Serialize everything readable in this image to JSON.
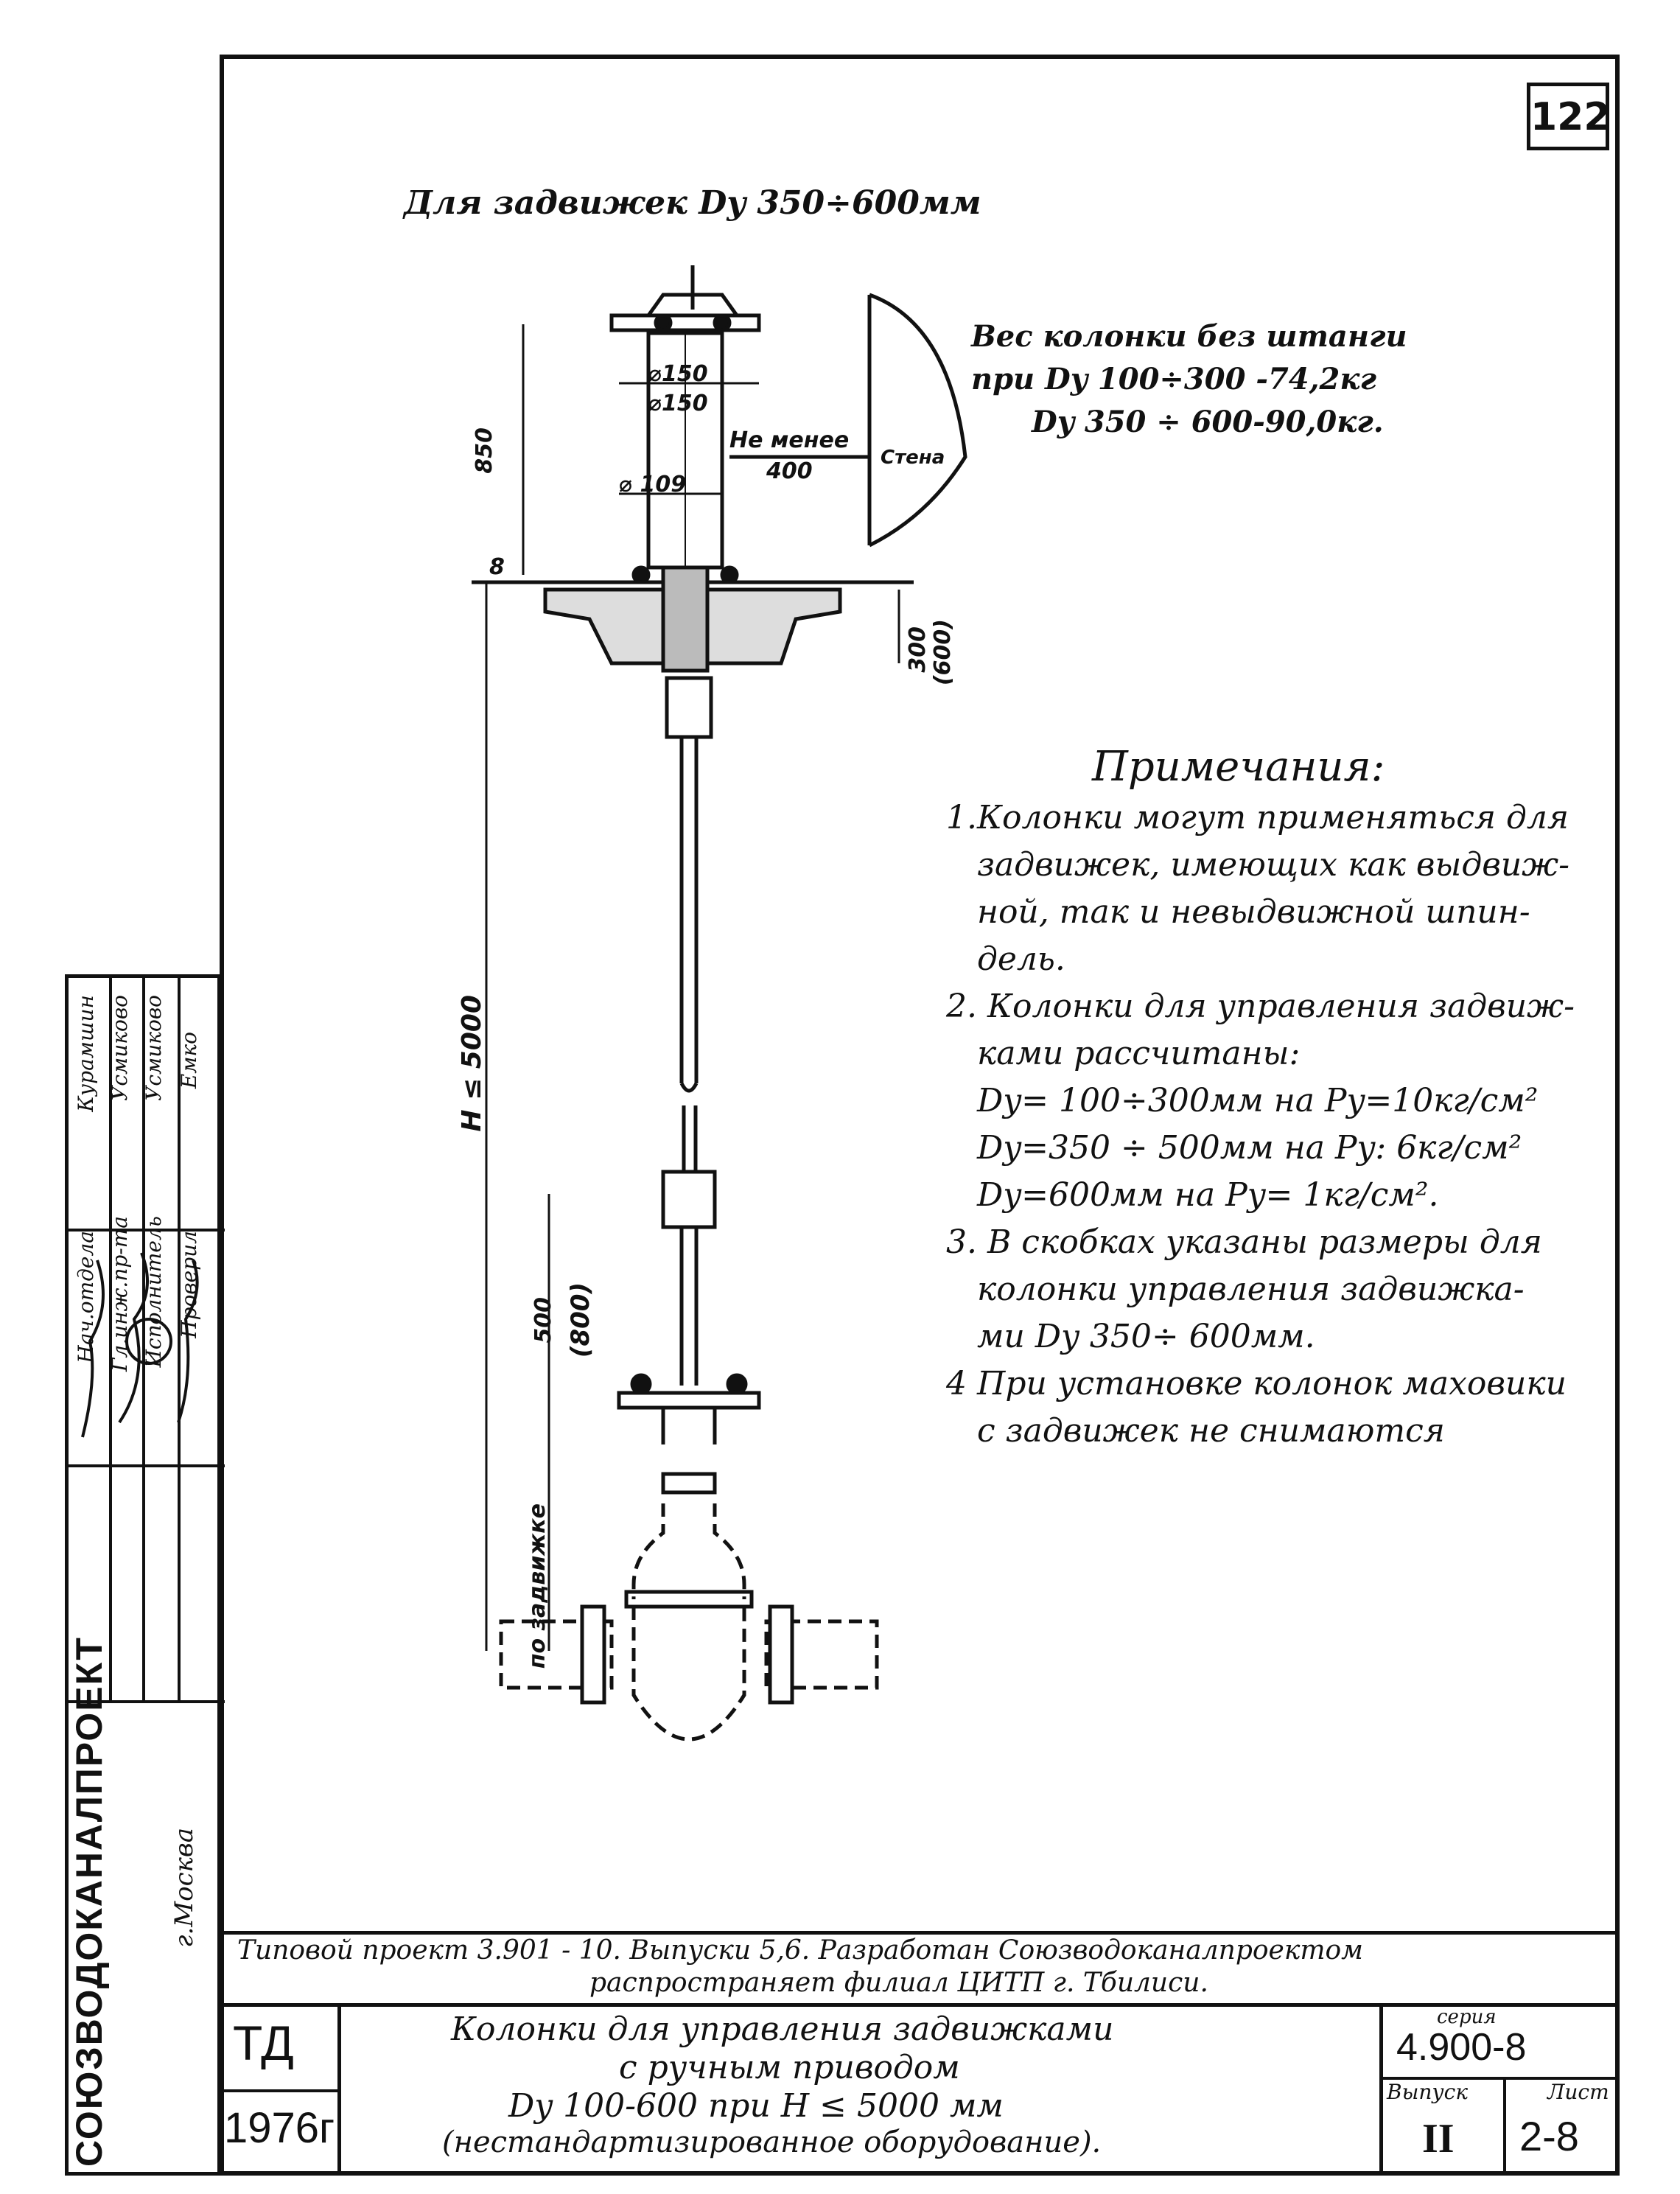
{
  "sheet_number": "122",
  "drawing_title": "Для задвижек Dy 350÷600мм",
  "weight_note": {
    "line1": "Вес колонки без штанги",
    "line2": "при Dy 100÷300 -74,2кг",
    "line3": "Dy 350 ÷ 600-90,0кг."
  },
  "dimensions": {
    "d150_top": "⌀150",
    "d150_bottom": "⌀150",
    "height_850": "850",
    "no_less": "Не менее",
    "dist_400": "400",
    "wall": "Стена",
    "d109": "⌀ 109",
    "dim_8": "8",
    "depth": "300",
    "depth_alt": "(600)",
    "h_total": "H ≤ 5000",
    "lower_500": "500",
    "lower_800": "(800)",
    "to_valve": "по задвижке"
  },
  "notes": {
    "title": "Примечания:",
    "items": [
      "1.Колонки могут применяться для",
      "   задвижек, имеющих как выдвиж-",
      "   ной, так и невыдвижной шпин-",
      "   дель.",
      "2. Колонки для управления задвиж-",
      "   ками рассчитаны:",
      "   Dy= 100÷300мм на Py=10кг/см²",
      "   Dy=350 ÷ 500мм на Py: 6кг/см²",
      "   Dy=600мм на Py= 1кг/см².",
      "3. В скобках указаны размеры для",
      "   колонки управления задвижка-",
      "   ми Dy 350÷ 600мм.",
      "4 При установке колонок маховики",
      "   с задвижек не снимаются"
    ]
  },
  "stamp": {
    "roles": [
      "Нач.отдела",
      "Гл.инж.пр-та",
      "Исполнитель",
      "Проверил"
    ],
    "names": [
      "Курамшин",
      "Усмиково",
      "Усмиково",
      "Емко"
    ],
    "organization": "СОЮЗВОДОКАНАЛПРОЕКТ",
    "city": "г.Москва"
  },
  "title_block": {
    "project_line1": "Типовой проект  3.901 - 10. Выпуски 5,6.  Разработан Союзводоканалпроектом",
    "project_line2": "распространяет филиал ЦИТП г. Тбилиси.",
    "td": "ТД",
    "year": "1976г",
    "name_line1": "Колонки для управления задвижками",
    "name_line2": "с ручным приводом",
    "name_line3": "Dy 100-600  при  H ≤ 5000 мм",
    "name_line4": "(нестандартизированное оборудование).",
    "series_label": "серия",
    "series": "4.900-8",
    "issue_label": "Выпуск",
    "issue": "II",
    "sheet_label": "Лист",
    "sheet": "2-8"
  }
}
